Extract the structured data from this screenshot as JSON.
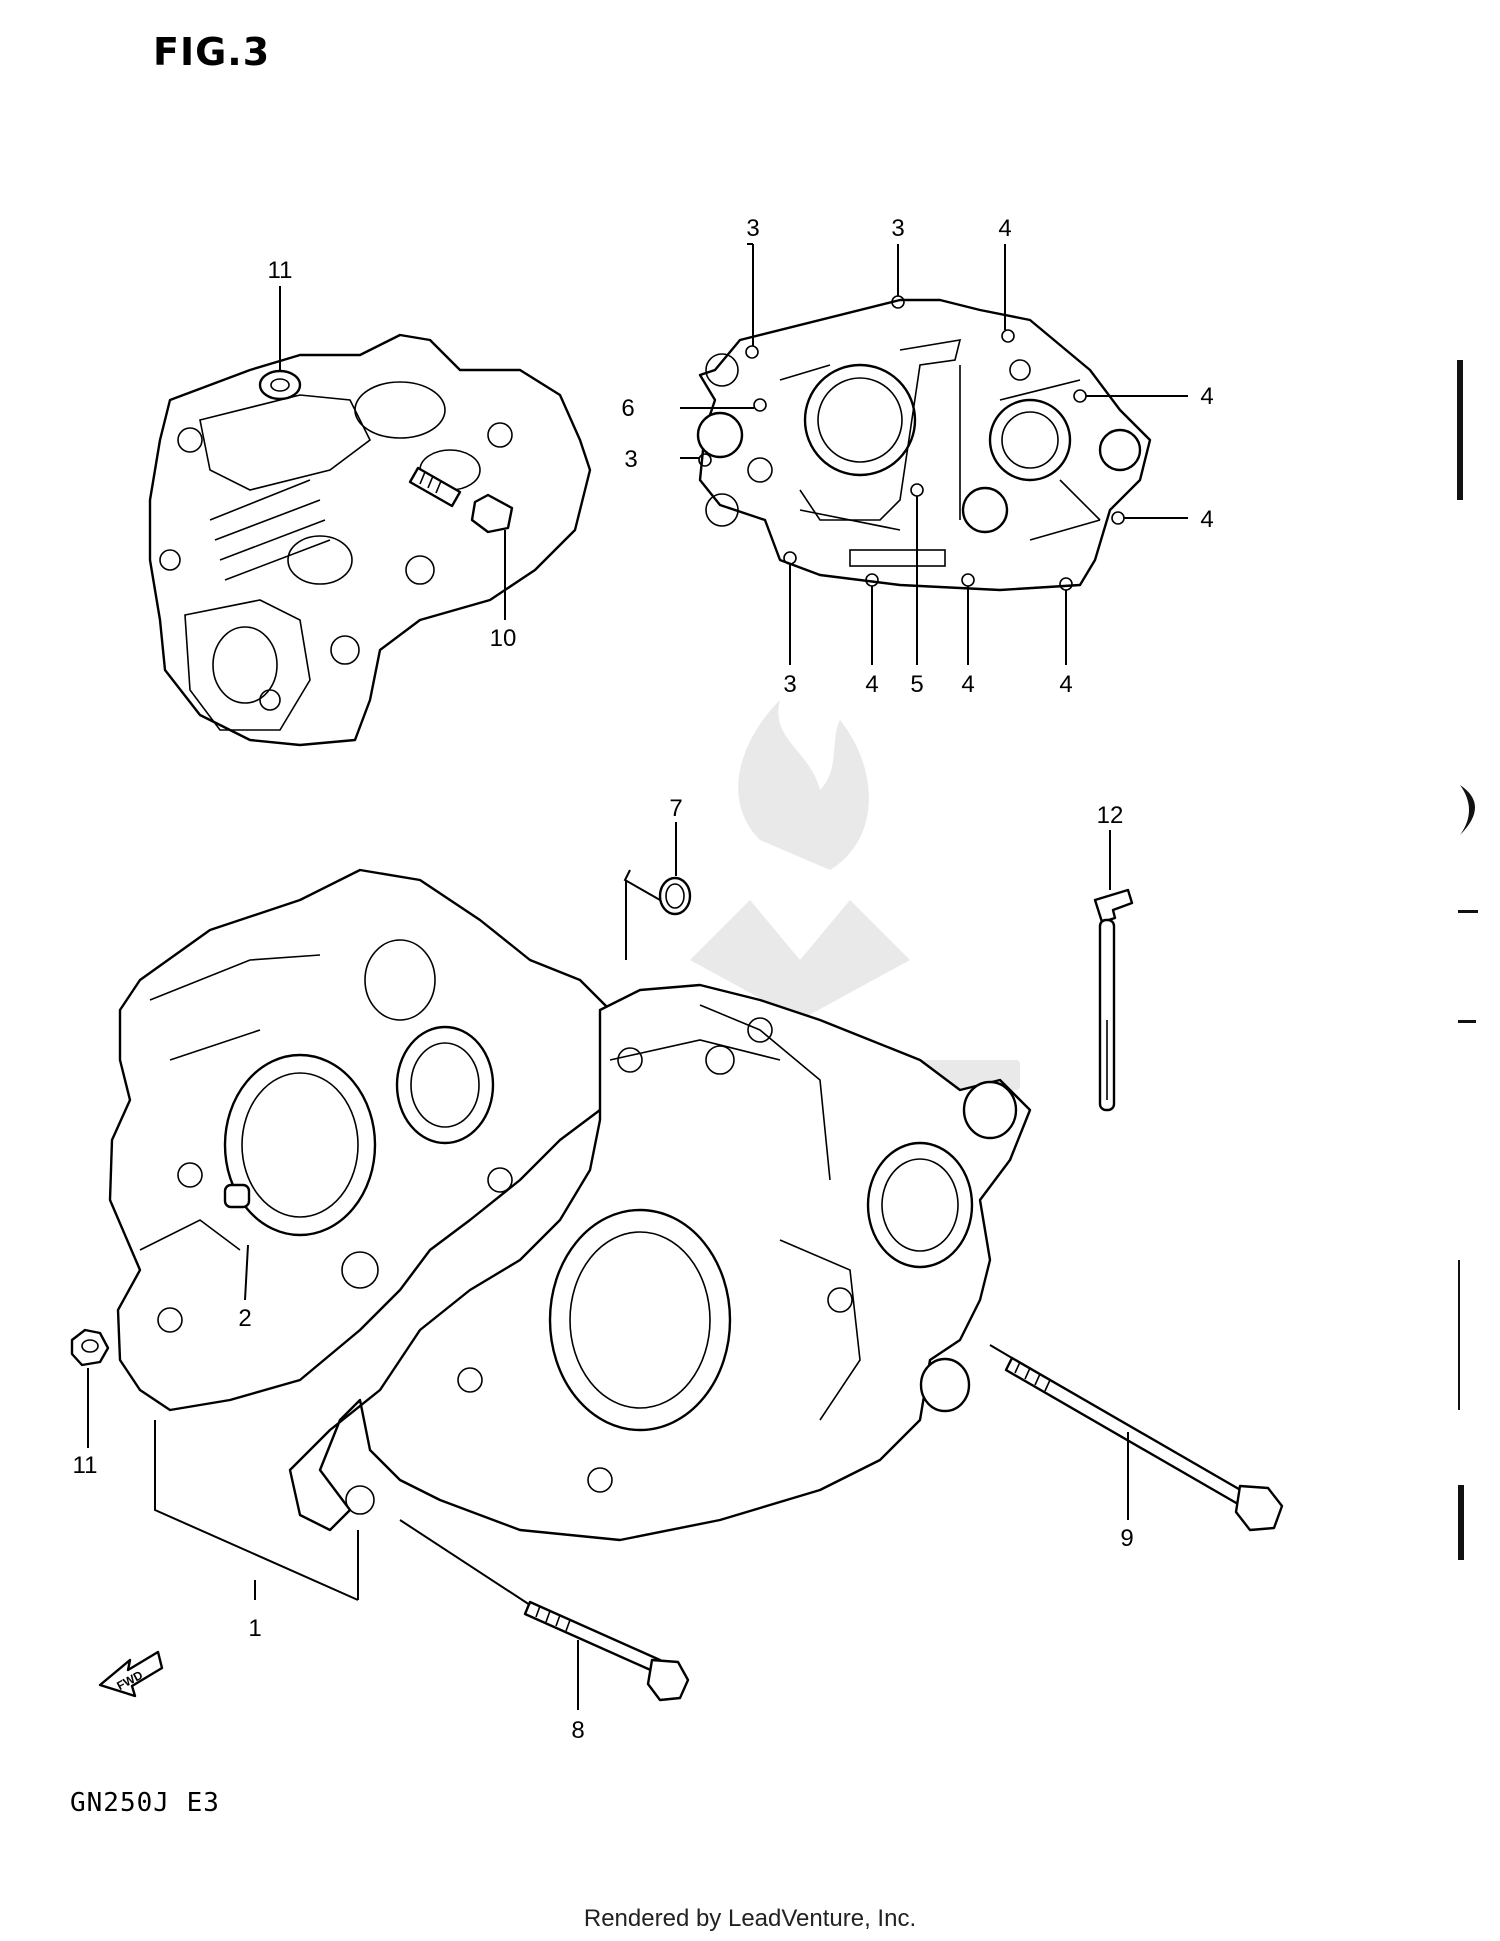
{
  "figure": {
    "title": "FIG.3",
    "model": "GN250J E3",
    "credit": "Rendered by LeadVenture, Inc.",
    "fwd_label": "FWD"
  },
  "callouts": {
    "c11a": "11",
    "c10": "10",
    "c3a": "3",
    "c3b": "3",
    "c4a": "4",
    "c4b": "4",
    "c4c": "4",
    "c6": "6",
    "c3c": "3",
    "c3d": "3",
    "c4d": "4",
    "c5": "5",
    "c4e": "4",
    "c4f": "4",
    "c7": "7",
    "c12": "12",
    "c2": "2",
    "c11b": "11",
    "c1": "1",
    "c9": "9",
    "c8": "8"
  }
}
